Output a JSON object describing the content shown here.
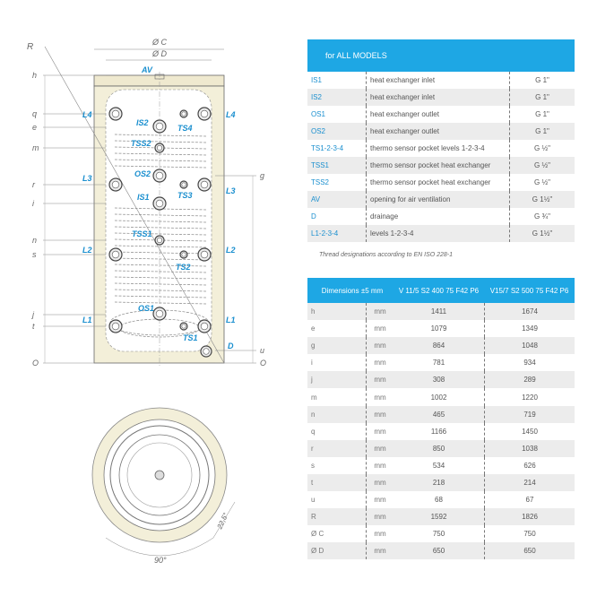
{
  "diagram": {
    "dims_left": [
      "h",
      "q",
      "e",
      "m",
      "r",
      "i",
      "n",
      "s",
      "j",
      "t",
      "O"
    ],
    "dims_right": [
      "g",
      "u",
      "O"
    ],
    "top_labels": {
      "R": "R",
      "C": "Ø C",
      "D": "Ø D",
      "AV": "AV"
    },
    "ports": {
      "L4": "L4",
      "L3": "L3",
      "L2": "L2",
      "L1": "L1",
      "IS2": "IS2",
      "TS4": "TS4",
      "TSS2": "TSS2",
      "OS2": "OS2",
      "TS3": "TS3",
      "IS1": "IS1",
      "TSS1": "TSS1",
      "TS2": "TS2",
      "OS1": "OS1",
      "TS1": "TS1",
      "D": "D"
    },
    "angles": {
      "a90": "90°",
      "a225": "22,5°"
    }
  },
  "connections": {
    "header": "for ALL MODELS",
    "rows": [
      {
        "code": "IS1",
        "desc": "heat exchanger inlet",
        "thread": "G 1\""
      },
      {
        "code": "IS2",
        "desc": "heat exchanger inlet",
        "thread": "G 1\""
      },
      {
        "code": "OS1",
        "desc": "heat exchanger outlet",
        "thread": "G 1\""
      },
      {
        "code": "OS2",
        "desc": "heat exchanger outlet",
        "thread": "G 1\""
      },
      {
        "code": "TS1-2-3-4",
        "desc": "thermo sensor pocket levels 1-2-3-4",
        "thread": "G ½\""
      },
      {
        "code": "TSS1",
        "desc": "thermo sensor pocket heat exchanger",
        "thread": "G ½\""
      },
      {
        "code": "TSS2",
        "desc": "thermo sensor pocket heat exchanger",
        "thread": "G ½\""
      },
      {
        "code": "AV",
        "desc": "opening for air ventilation",
        "thread": "G 1½\""
      },
      {
        "code": "D",
        "desc": "drainage",
        "thread": "G ¾\""
      },
      {
        "code": "L1-2-3-4",
        "desc": "levels 1-2-3-4",
        "thread": "G 1½\""
      }
    ],
    "note": "Thread designations according to EN ISO 228-1"
  },
  "dimensions": {
    "header": "Dimensions ±5 mm",
    "models": [
      "V 11/5 S2 400 75 F42 P6",
      "V15/7 S2 500 75 F42 P6"
    ],
    "rows": [
      {
        "dim": "h",
        "unit": "mm",
        "v1": "1411",
        "v2": "1674"
      },
      {
        "dim": "e",
        "unit": "mm",
        "v1": "1079",
        "v2": "1349"
      },
      {
        "dim": "g",
        "unit": "mm",
        "v1": "864",
        "v2": "1048"
      },
      {
        "dim": "i",
        "unit": "mm",
        "v1": "781",
        "v2": "934"
      },
      {
        "dim": "j",
        "unit": "mm",
        "v1": "308",
        "v2": "289"
      },
      {
        "dim": "m",
        "unit": "mm",
        "v1": "1002",
        "v2": "1220"
      },
      {
        "dim": "n",
        "unit": "mm",
        "v1": "465",
        "v2": "719"
      },
      {
        "dim": "q",
        "unit": "mm",
        "v1": "1166",
        "v2": "1450"
      },
      {
        "dim": "r",
        "unit": "mm",
        "v1": "850",
        "v2": "1038"
      },
      {
        "dim": "s",
        "unit": "mm",
        "v1": "534",
        "v2": "626"
      },
      {
        "dim": "t",
        "unit": "mm",
        "v1": "218",
        "v2": "214"
      },
      {
        "dim": "u",
        "unit": "mm",
        "v1": "68",
        "v2": "67"
      },
      {
        "dim": "R",
        "unit": "mm",
        "v1": "1592",
        "v2": "1826"
      },
      {
        "dim": "Ø C",
        "unit": "mm",
        "v1": "750",
        "v2": "750"
      },
      {
        "dim": "Ø D",
        "unit": "mm",
        "v1": "650",
        "v2": "650"
      }
    ]
  }
}
